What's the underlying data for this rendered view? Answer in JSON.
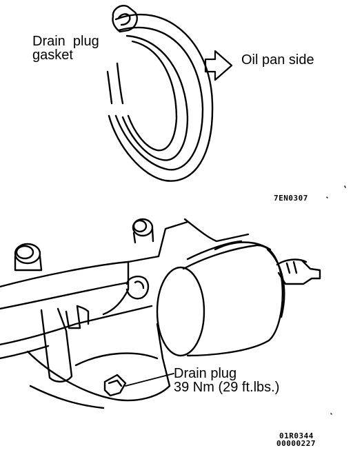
{
  "gasket_figure": {
    "label_line1": "Drain  plug",
    "label_line2": "gasket",
    "side_label": "Oil pan side",
    "figure_code": "7EN0307"
  },
  "engine_figure": {
    "plug_label": "Drain plug",
    "torque_label": "39 Nm (29 ft.lbs.)",
    "figure_code_1": "01R0344",
    "figure_code_2": "00000227"
  }
}
